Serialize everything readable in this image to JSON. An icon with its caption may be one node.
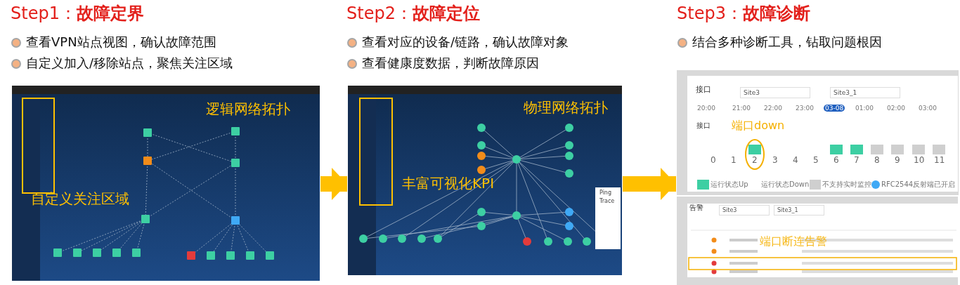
{
  "diagram": {
    "nodes": [
      {
        "text": [
          "Step1：**故障定界**",
          "查看VPN站点视图，确认故障范围",
          "自定义加入/移除站点，聚焦关注区域"
        ]
      },
      {
        "text": [
          "Step2：**故障定位**",
          "查看对应的设备/链路，确认故障对象",
          "查看健康度数据，判断故障原因"
        ]
      },
      {
        "text": [
          "Step3：**故障诊断**",
          "结合多种诊断工具，钻取问题根因"
        ]
      },
      {
        "text": [
          "逻辑网络拓扑",
          "自定义关注区域"
        ]
      },
      {
        "text": [
          "物理网络拓扑",
          "丰富可视化KPI",
          "Ping",
          "Trace"
        ]
      },
      {
        "text": [
          "接口",
          "Site3",
          "Site3_1",
          "20:00",
          "21:00",
          "22:00",
          "23:00",
          "03-08",
          "01:00",
          "02:00",
          "03:00",
          "接口",
          "端口down",
          "0",
          "1",
          "2",
          "3",
          "4",
          "5",
          "6",
          "7",
          "8",
          "9",
          "10",
          "11",
          "运行状态Up",
          "运行状态Down",
          "不支持实时监控",
          "RFC2544反射端已开启"
        ]
      },
      {
        "text": [
          "告警",
          "Site3",
          "Site3_1",
          "端口断连告警"
        ]
      }
    ],
    "edges": [
      {
        "from": 3,
        "to": 4,
        "arrow": "to"
      },
      {
        "from": 4,
        "to": 5,
        "arrow": "to"
      }
    ]
  }
}
